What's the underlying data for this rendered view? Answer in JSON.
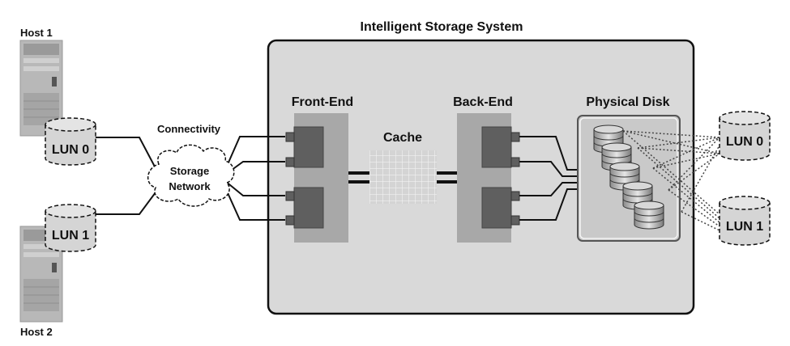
{
  "diagram": {
    "title": "Intelligent Storage System",
    "host1_label": "Host 1",
    "host2_label": "Host 2",
    "host_lun0": "LUN 0",
    "host_lun1": "LUN 1",
    "connectivity_label": "Connectivity",
    "network_line1": "Storage",
    "network_line2": "Network",
    "front_end_label": "Front-End",
    "cache_label": "Cache",
    "back_end_label": "Back-End",
    "physical_disk_label": "Physical Disk",
    "right_lun0": "LUN 0",
    "right_lun1": "LUN 1"
  },
  "colors": {
    "system_box": "#d9d9d9",
    "component_gray": "#a8a8a8",
    "component_dark": "#5f5f5f",
    "disk_panel": "#c9c9c9"
  }
}
